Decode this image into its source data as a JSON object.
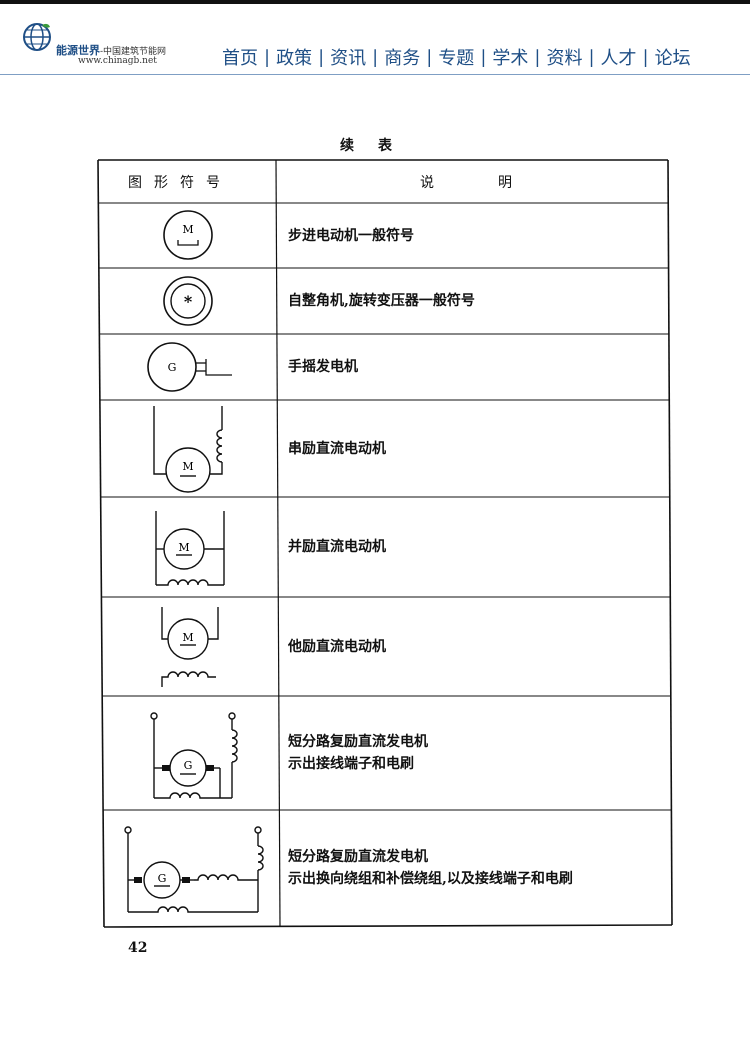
{
  "header": {
    "logo_name": "能源世界",
    "logo_sub": "-中国建筑节能网",
    "logo_url": "www.chinagb.net",
    "nav": [
      {
        "label": "首页"
      },
      {
        "label": "政策"
      },
      {
        "label": "资讯"
      },
      {
        "label": "商务"
      },
      {
        "label": "专题"
      },
      {
        "label": "学术"
      },
      {
        "label": "资料"
      },
      {
        "label": "人才"
      },
      {
        "label": "论坛"
      }
    ],
    "separator": "|"
  },
  "caption": "续表",
  "table": {
    "col_symbol": "图形符号",
    "col_desc": "说明",
    "rows": [
      {
        "symbol": "stepper-motor",
        "label": "M",
        "lines": [
          "步进电动机一般符号"
        ]
      },
      {
        "symbol": "synchro",
        "label": "*",
        "lines": [
          "自整角机,旋转变压器一般符号"
        ]
      },
      {
        "symbol": "hand-generator",
        "label": "G",
        "lines": [
          "手摇发电机"
        ]
      },
      {
        "symbol": "series-dc-motor",
        "label": "M",
        "lines": [
          "串励直流电动机"
        ]
      },
      {
        "symbol": "shunt-dc-motor",
        "label": "M",
        "lines": [
          "并励直流电动机"
        ]
      },
      {
        "symbol": "separately-excited-dc-motor",
        "label": "M",
        "lines": [
          "他励直流电动机"
        ]
      },
      {
        "symbol": "short-shunt-compound-generator",
        "label": "G",
        "lines": [
          "短分路复励直流发电机",
          "示出接线端子和电刷"
        ]
      },
      {
        "symbol": "short-shunt-compound-generator-commutating",
        "label": "G",
        "lines": [
          "短分路复励直流发电机",
          "示出换向绕组和补偿绕组,以及接线端子和电刷"
        ]
      }
    ]
  },
  "page_number": "42"
}
